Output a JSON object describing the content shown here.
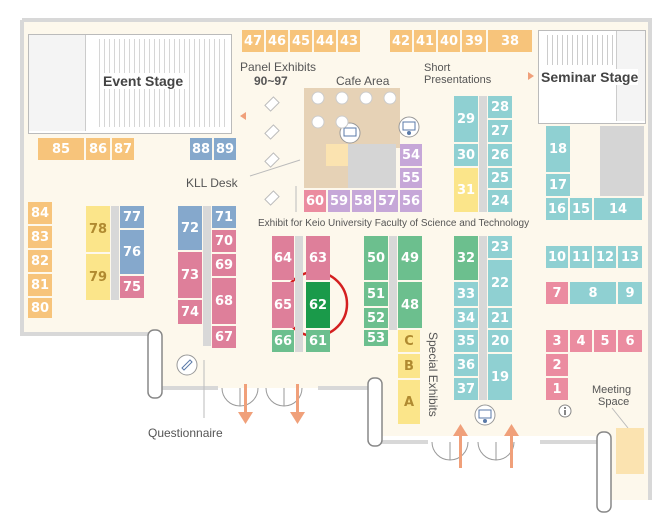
{
  "colors": {
    "orange": "#f7c47b",
    "blue": "#85a8cc",
    "pink": "#de7f9a",
    "teal": "#8fd0d2",
    "green": "#6cbf8e",
    "purple": "#c6a7d8",
    "yellow": "#fbe58a",
    "salmon": "#eb8ca0",
    "highlight": "#1a9a4a",
    "circle": "#d42020",
    "floor": "#fdf8ec",
    "wall": "#d8d8d8"
  },
  "labels": {
    "event_stage": "Event Stage",
    "panel_exhibits_line1": "Panel Exhibits",
    "panel_exhibits_line2": "90~97",
    "cafe_area": "Cafe Area",
    "short_presentations_line1": "Short",
    "short_presentations_line2": "Presentations",
    "seminar_stage": "Seminar Stage",
    "kll_desk": "KLL Desk",
    "keio_exhibit": "Exhibit for Keio University Faculty of Science and Technology",
    "special_exhibits": "Special Exhibits",
    "questionnaire": "Questionnaire",
    "meeting_space_line1": "Meeting",
    "meeting_space_line2": "Space"
  },
  "booths": {
    "b47": "47",
    "b46": "46",
    "b45": "45",
    "b44": "44",
    "b43": "43",
    "b42": "42",
    "b41": "41",
    "b40": "40",
    "b39": "39",
    "b38": "38",
    "b85": "85",
    "b86": "86",
    "b87": "87",
    "b88": "88",
    "b89": "89",
    "b84": "84",
    "b83": "83",
    "b82": "82",
    "b81": "81",
    "b80": "80",
    "b78": "78",
    "b79": "79",
    "b77": "77",
    "b76": "76",
    "b75": "75",
    "b72": "72",
    "b73": "73",
    "b74": "74",
    "b71": "71",
    "b70": "70",
    "b69": "69",
    "b68": "68",
    "b67": "67",
    "b60": "60",
    "b59": "59",
    "b58": "58",
    "b57": "57",
    "b56": "56",
    "b54": "54",
    "b55": "55",
    "b64": "64",
    "b65": "65",
    "b66": "66",
    "b63": "63",
    "b62": "62",
    "b61": "61",
    "b50": "50",
    "b51": "51",
    "b52": "52",
    "b53": "53",
    "b49": "49",
    "b48": "48",
    "bC": "C",
    "bB": "B",
    "bA": "A",
    "b29": "29",
    "b30": "30",
    "b31": "31",
    "b28": "28",
    "b27": "27",
    "b26": "26",
    "b25": "25",
    "b24": "24",
    "b32": "32",
    "b33": "33",
    "b34": "34",
    "b35": "35",
    "b36": "36",
    "b37": "37",
    "b23": "23",
    "b22": "22",
    "b21": "21",
    "b20": "20",
    "b19": "19",
    "b18": "18",
    "b17": "17",
    "b16": "16",
    "b15": "15",
    "b14": "14",
    "b10": "10",
    "b11": "11",
    "b12": "12",
    "b13": "13",
    "b7": "7",
    "b8": "8",
    "b9": "9",
    "b3": "3",
    "b4": "4",
    "b5": "5",
    "b6": "6",
    "b2": "2",
    "b1": "1"
  },
  "highlighted_booth": "62",
  "icons": [
    "chair-icon",
    "presentation-icon",
    "questionnaire-icon",
    "info-icon",
    "entrance-arrow-icon",
    "door-icon"
  ]
}
